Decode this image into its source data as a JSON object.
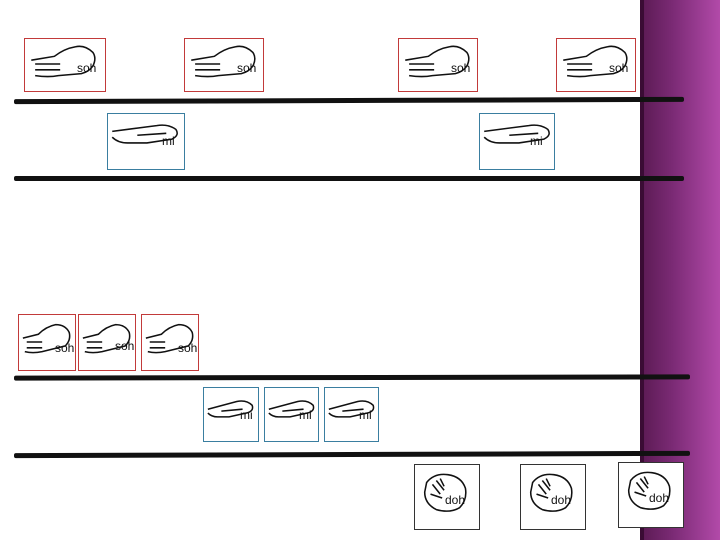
{
  "colors": {
    "sidebar": "#7a2a74",
    "soh_border": "#c23a3a",
    "mi_border": "#3a7ea0",
    "doh_border": "#333333"
  },
  "labels": {
    "soh": "soh",
    "mi": "mi",
    "doh": "doh"
  },
  "icons": {
    "soh": "hand-flat-horizontal-icon",
    "mi": "hand-flat-pointing-icon",
    "doh": "closed-fist-icon"
  }
}
